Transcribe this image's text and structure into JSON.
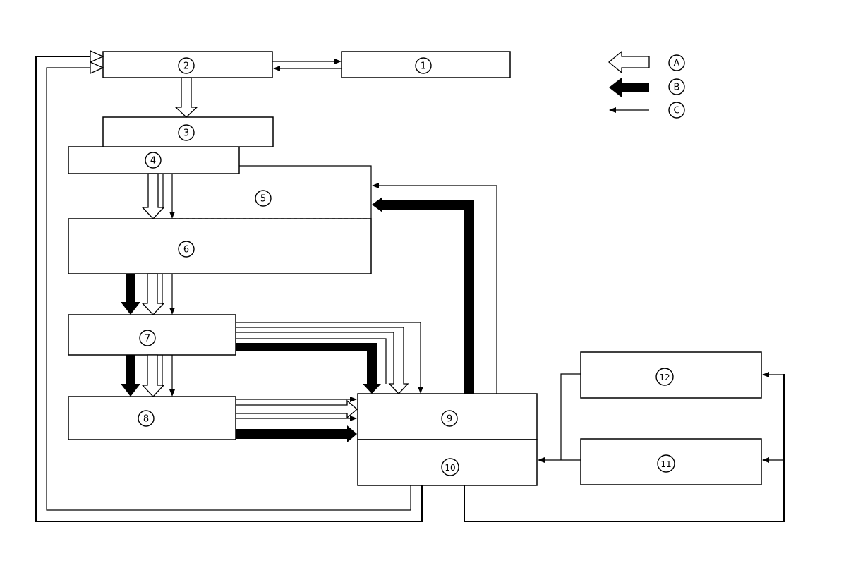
{
  "nodes": {
    "n1": "1",
    "n2": "2",
    "n3": "3",
    "n4": "4",
    "n5": "5",
    "n6": "6",
    "n7": "7",
    "n8": "8",
    "n9": "9",
    "n10": "10",
    "n11": "11",
    "n12": "12"
  },
  "legend": {
    "hollow_arrow_label": "A",
    "solid_arrow_label": "B",
    "line_arrow_label": "C"
  },
  "colors": {
    "line": "#000000",
    "background": "#ffffff"
  }
}
